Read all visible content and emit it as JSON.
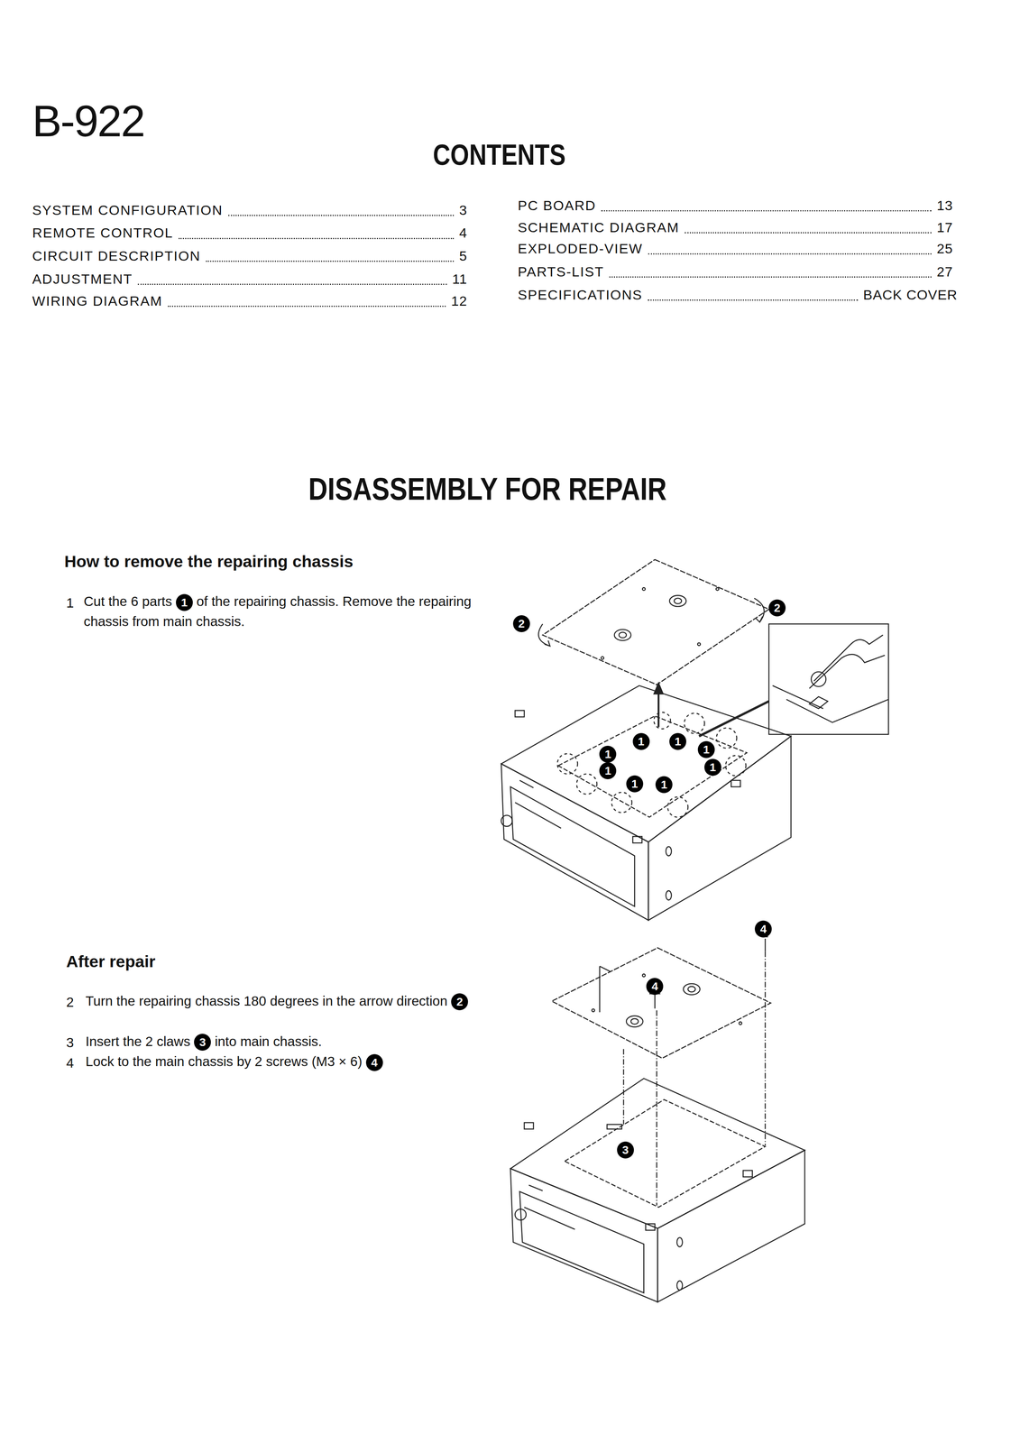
{
  "diagram": {
    "title": "B-922",
    "labels": [
      "CONTENTS",
      "SYSTEM CONFIGURATION",
      "3",
      "REMOTE CONTROL",
      "4",
      "CIRCUIT DESCRIPTION",
      "5",
      "ADJUSTMENT",
      "11",
      "WIRING DIAGRAM",
      "12",
      "PC BOARD",
      "13",
      "SCHEMATIC DIAGRAM",
      "17",
      "EXPLODED-VIEW",
      "25",
      "PARTS-LIST",
      "27",
      "SPECIFICATIONS",
      "BACK COVER",
      "DISASSEMBLY FOR REPAIR",
      "How to remove the repairing chassis",
      "1",
      "Cut the 6 parts",
      "1",
      "of the repairing chassis. Remove the repairing chassis from main chassis.",
      "After repair",
      "2",
      "Turn the repairing chassis 180 degrees in the arrow direction",
      "2",
      "3",
      "Insert the 2 claws",
      "3",
      "into main chassis.",
      "4",
      "Lock to the main chassis by 2 screws (M3 × 6)",
      "4",
      "2",
      "2",
      "1",
      "1",
      "1",
      "1",
      "1",
      "1",
      "1",
      "1",
      "4",
      "4",
      "3"
    ]
  }
}
